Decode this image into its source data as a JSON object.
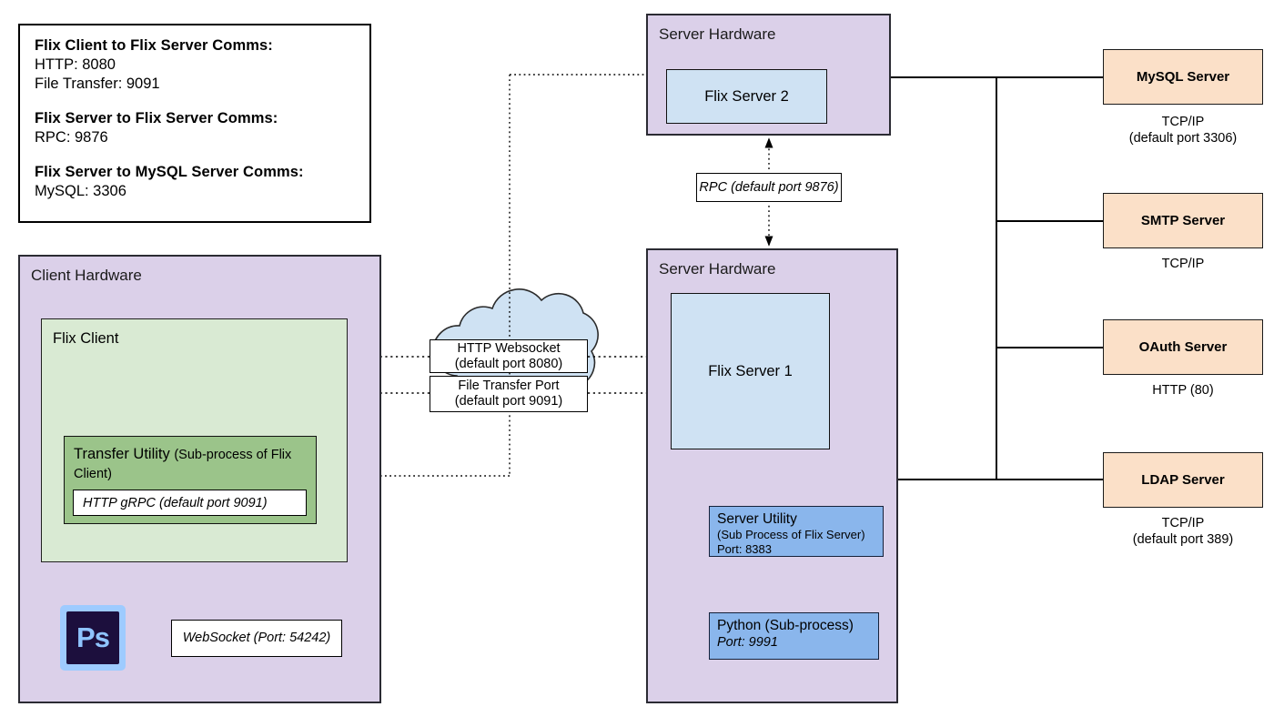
{
  "legend": {
    "title": "comms-legend",
    "groups": [
      {
        "heading": "Flix Client to Flix Server Comms:",
        "lines": [
          "HTTP: 8080",
          "File Transfer: 9091"
        ]
      },
      {
        "heading": "Flix Server to Flix Server Comms:",
        "lines": [
          "RPC: 9876"
        ]
      },
      {
        "heading": "Flix Server to MySQL Server Comms:",
        "lines": [
          "MySQL: 3306"
        ]
      }
    ]
  },
  "client_hardware": {
    "title": "Client Hardware",
    "flix_client": {
      "label": "Flix Client",
      "transfer_utility": {
        "name": "Transfer Utility",
        "qualifier": "(Sub-process of Flix Client)",
        "port_box": "HTTP gRPC (default port 9091)"
      }
    },
    "photoshop": {
      "icon": "photoshop-icon",
      "glyph": "Ps"
    },
    "websocket_label": "WebSocket (Port: 54242)"
  },
  "server_hardware_2": {
    "title": "Server Hardware",
    "server": "Flix Server 2"
  },
  "server_hardware_1": {
    "title": "Server Hardware",
    "server": "Flix Server 1",
    "sub_processes": [
      {
        "name": "Server Utility",
        "qualifier": "(Sub Process of Flix Server)",
        "port": "Port: 8383"
      },
      {
        "name": "Python (Sub-process)",
        "port": "Port: 9991"
      }
    ]
  },
  "rpc_label": "RPC (default port 9876)",
  "cloud": {
    "icon": "network-cloud-icon",
    "labels": [
      {
        "line1": "HTTP Websocket",
        "line2": "(default port 8080)"
      },
      {
        "line1": "File Transfer Port",
        "line2": "(default port 9091)"
      }
    ]
  },
  "external_servers": [
    {
      "name": "MySQL Server",
      "caption": "TCP/IP\n(default port 3306)"
    },
    {
      "name": "SMTP Server",
      "caption": "TCP/IP"
    },
    {
      "name": "OAuth Server",
      "caption": "HTTP (80)"
    },
    {
      "name": "LDAP Server",
      "caption": "TCP/IP\n(default port 389)"
    }
  ],
  "colors": {
    "hardware_fill": "#dbd0e9",
    "client_app_fill": "#d9ead3",
    "transfer_util_fill": "#9bc48a",
    "server_app_fill": "#cfe2f3",
    "subprocess_fill": "#8ab6ec",
    "external_fill": "#fbe0c8",
    "cloud_fill": "#cfe2f3",
    "stroke": "#000000"
  }
}
